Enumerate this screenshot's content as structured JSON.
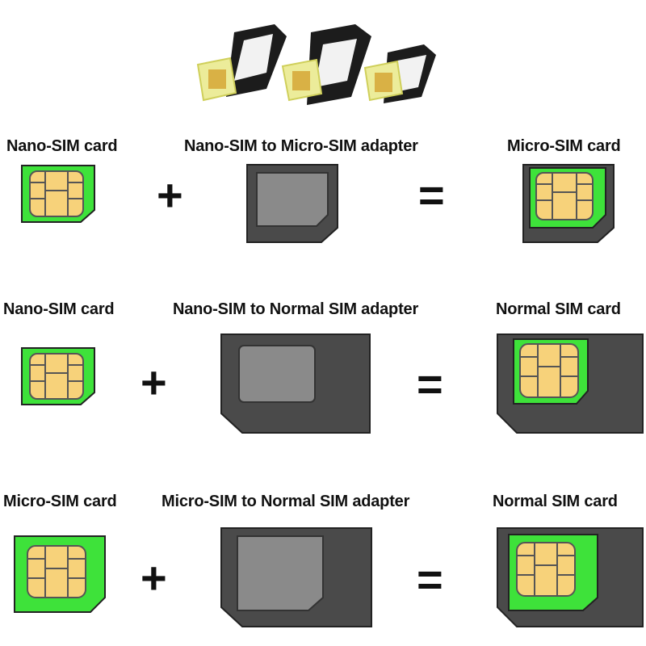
{
  "rows": [
    {
      "left_label": "Nano-SIM card",
      "adapter_label": "Nano-SIM to Micro-SIM adapter",
      "result_label": "Micro-SIM card"
    },
    {
      "left_label": "Nano-SIM card",
      "adapter_label": "Nano-SIM to Normal SIM adapter",
      "result_label": "Normal SIM card"
    },
    {
      "left_label": "Micro-SIM card",
      "adapter_label": "Micro-SIM to Normal SIM adapter",
      "result_label": "Normal SIM card"
    }
  ],
  "symbols": {
    "plus": "+",
    "equals": "="
  },
  "colors": {
    "sim_green": "#3ee23a",
    "chip_gold": "#f7d27a",
    "adapter_dark": "#4a4a4a",
    "adapter_slot": "#8a8a8a"
  }
}
